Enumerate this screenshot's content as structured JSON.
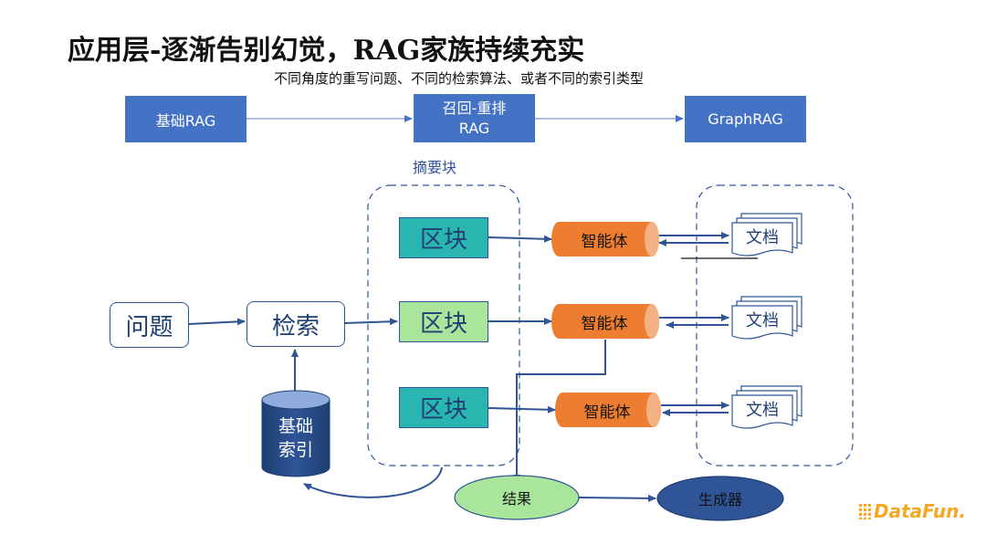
{
  "title": "应用层-逐渐告别幻觉，RAG家族持续充实",
  "subtitle": "不同角度的重写问题、不同的检索算法、或者不同的索引类型",
  "pipeline": {
    "basic_rag": "基础RAG",
    "recall_rerank_line1": "召回-重排",
    "recall_rerank_line2": "RAG",
    "graph_rag": "GraphRAG"
  },
  "summary_label": "摘要块",
  "question": "问题",
  "retrieval": "检索",
  "basic_index_line1": "基础",
  "basic_index_line2": "索引",
  "blocks": [
    "区块",
    "区块",
    "区块"
  ],
  "agents": [
    "智能体",
    "智能体",
    "智能体"
  ],
  "documents": [
    "文档",
    "文档",
    "文档"
  ],
  "result": "结果",
  "generator": "生成器",
  "logo": "DataFun.",
  "colors": {
    "pipeline_blue": "#4472c4",
    "arrow_blue": "#2f5597",
    "agent_orange": "#ed7d31",
    "block_teal": "#2bb5b0",
    "block_green": "#a9e59b",
    "generator_navy": "#2f5597",
    "logo_orange": "#f5a623"
  }
}
